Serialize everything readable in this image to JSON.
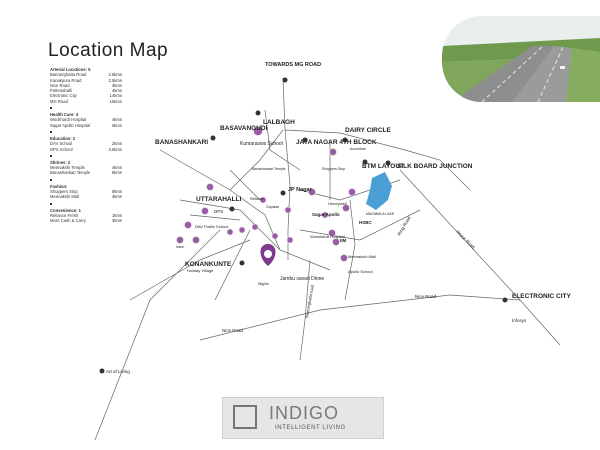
{
  "title": "Location Map",
  "legend": {
    "sections": [
      {
        "heading": "Arterial Locations: 5",
        "items": [
          {
            "name": "Bannerghatta Road",
            "dist": "2.5kms"
          },
          {
            "name": "Kanakpura Road",
            "dist": "2.5kms"
          },
          {
            "name": "Nice Road",
            "dist": "3kms"
          },
          {
            "name": "Puttenahalli",
            "dist": "4kms"
          },
          {
            "name": "Electronic City",
            "dist": "14kms"
          },
          {
            "name": "MG Road",
            "dist": "15kms"
          }
        ]
      },
      {
        "heading": "Health Care: 4",
        "items": [
          {
            "name": "Wockhardt Hospital",
            "dist": "4kms"
          },
          {
            "name": "Sagar Apollo Hospital",
            "dist": "6kms"
          }
        ]
      },
      {
        "heading": "Education: 2",
        "items": [
          {
            "name": "DAV School",
            "dist": "2kms"
          },
          {
            "name": "DPS School",
            "dist": "3.5kms"
          }
        ]
      },
      {
        "heading": "Shrines: 2",
        "items": [
          {
            "name": "Meenakshi Temple",
            "dist": "4kms"
          },
          {
            "name": "Banashankari Temple",
            "dist": "8kms"
          }
        ]
      },
      {
        "heading": "Fashion:",
        "items": [
          {
            "name": "Shoppers Stop",
            "dist": "8kms"
          },
          {
            "name": "Meenakshi Mall",
            "dist": "4kms"
          }
        ]
      },
      {
        "heading": "Convenience: 1",
        "items": [
          {
            "name": "Reliance Fresh",
            "dist": "1kms"
          },
          {
            "name": "More Cash & Carry",
            "dist": "3kms"
          }
        ]
      }
    ]
  },
  "map": {
    "labels": {
      "mg_road": "TOWARDS MG ROAD",
      "lalbagh": "LALBAGH",
      "basavangudi": "BASAVANGUDI",
      "jayanagar": "JAYA NAGAR 4TH BLOCK",
      "dairy": "DAIRY CIRCLE",
      "banashankari": "BANASHANKARI",
      "btm": "BTM LAYOUT",
      "silkboard": "SILK BOARD JUNCTION",
      "jpnagar": "JP Nagar",
      "uttarahalli": "UTTARAHALLI",
      "konankunte": "KONANKUNTE",
      "jambu": "Jambu savari Dinne",
      "electronic": "ELECTRONIC CITY",
      "madiwala": "MADIWALA LAKE",
      "kumarasws": "Kumarasws School",
      "nice_road": "Nice Road",
      "nice_road2": "Nice Road",
      "hosur": "Hosur Road",
      "ring": "Ring Road",
      "bannerghatta_rd": "Bannerghatta road",
      "infosys": "Infosys",
      "art_of_living": "Art of Living",
      "holiday": "Holiday Village",
      "sagar": "Sagar Apollo",
      "wockhardt": "Wockhardt Hospital",
      "hsbc": "HSBC",
      "iim": "IIM",
      "dps": "DPS",
      "dav": "DAV Public School",
      "meenakshi_mall": "Meenakshi Mall",
      "apollo_school": "Apollo School",
      "honeywell": "Honeywell",
      "reliance": "Reliance",
      "nilgiris": "Nilgiris",
      "iskon": "Iskon",
      "banashankari_temple": "Banashankari Temple",
      "shoppers": "Shoppers Stop",
      "accenture": "Accenture",
      "gopalan": "Gopalan"
    }
  },
  "brand": {
    "name": "INDIGO",
    "tagline": "INTELLIGENT LIVING"
  },
  "colors": {
    "marker": "#7d3c8c",
    "lake": "#4a9fd6",
    "road": "#555555"
  }
}
